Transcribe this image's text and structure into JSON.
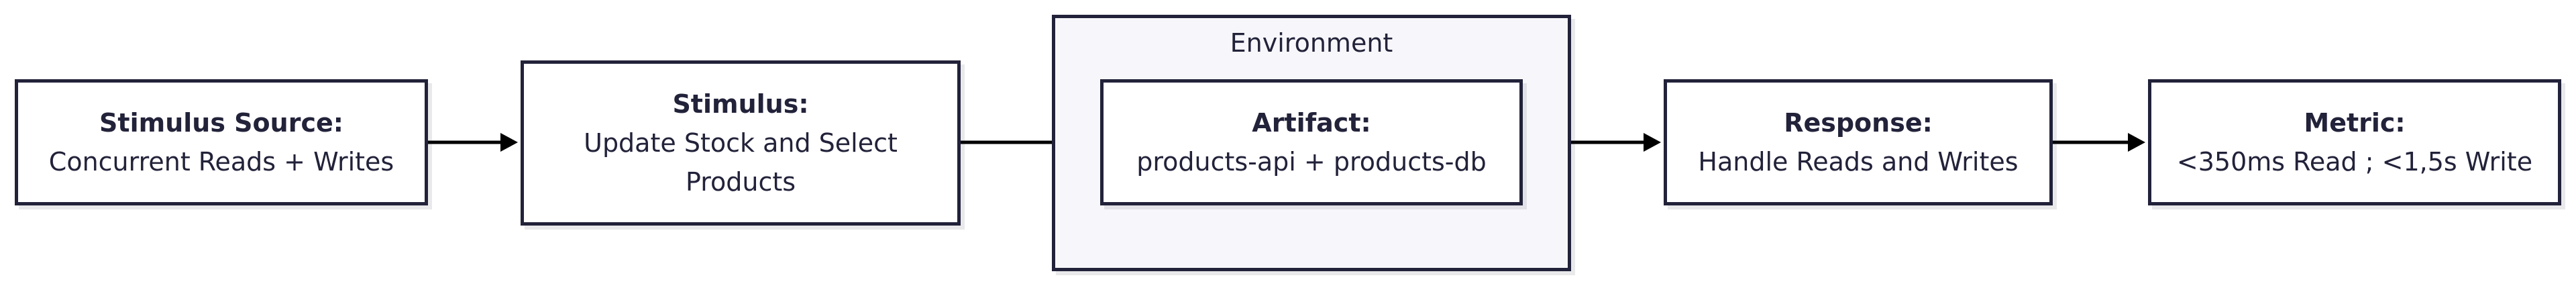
{
  "diagram": {
    "environment": {
      "label": "Environment"
    },
    "nodes": {
      "source": {
        "title": "Stimulus Source:",
        "lines": [
          "Concurrent Reads + Writes"
        ]
      },
      "stimulus": {
        "title": "Stimulus:",
        "lines": [
          "Update Stock and Select",
          "Products"
        ]
      },
      "artifact": {
        "title": "Artifact:",
        "lines": [
          "products-api + products-db"
        ]
      },
      "response": {
        "title": "Response:",
        "lines": [
          "Handle Reads and Writes"
        ]
      },
      "metric": {
        "title": "Metric:",
        "lines": [
          "<350ms Read ; <1,5s Write"
        ]
      }
    },
    "edges": [
      {
        "from": "source",
        "to": "stimulus"
      },
      {
        "from": "stimulus",
        "to": "artifact"
      },
      {
        "from": "artifact",
        "to": "response"
      },
      {
        "from": "response",
        "to": "metric"
      }
    ]
  }
}
